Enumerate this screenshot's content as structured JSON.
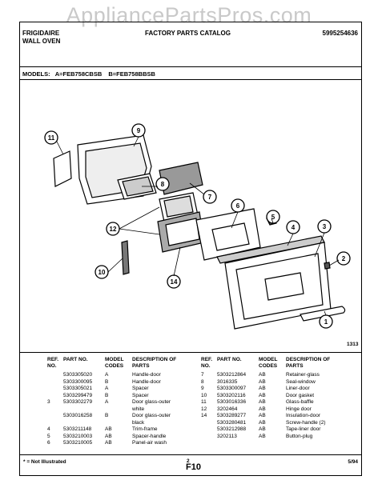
{
  "watermark": "AppliancePartsPros.com",
  "header": {
    "brand": "FRIGIDAIRE",
    "product": "WALL OVEN",
    "catalog": "FACTORY PARTS CATALOG",
    "catalog_number": "5995254636"
  },
  "models": {
    "label": "MODELS:",
    "model_a": "A=FEB758CBSB",
    "model_b": "B=FEB758BBSB"
  },
  "callouts": [
    "1",
    "2",
    "3",
    "4",
    "5",
    "6",
    "7",
    "8",
    "9",
    "10",
    "11",
    "12",
    "14"
  ],
  "diagram_code": "1313",
  "columns": {
    "ref_no": "REF. NO.",
    "part_no": "PART NO.",
    "model_codes": "MODEL CODES",
    "description": "DESCRIPTION OF PARTS"
  },
  "parts_left": [
    {
      "ref": "",
      "part": "5303305020",
      "codes": "A",
      "desc": "Handle-door"
    },
    {
      "ref": "",
      "part": "5303300095",
      "codes": "B",
      "desc": "Handle-door"
    },
    {
      "ref": "",
      "part": "5303305021",
      "codes": "A",
      "desc": "Spacer"
    },
    {
      "ref": "",
      "part": "5303299479",
      "codes": "B",
      "desc": "Spacer"
    },
    {
      "ref": "3",
      "part": "5303302279",
      "codes": "A",
      "desc": "Door glass-outer"
    },
    {
      "ref": "",
      "part": "",
      "codes": "",
      "desc": "white"
    },
    {
      "ref": "",
      "part": "5303016258",
      "codes": "B",
      "desc": "Door glass-outer"
    },
    {
      "ref": "",
      "part": "",
      "codes": "",
      "desc": "black"
    },
    {
      "ref": "4",
      "part": "5303211148",
      "codes": "AB",
      "desc": "Trim-frame"
    },
    {
      "ref": "5",
      "part": "5303210003",
      "codes": "AB",
      "desc": "Spacer-handle"
    },
    {
      "ref": "6",
      "part": "5303210005",
      "codes": "AB",
      "desc": "Panel-air wash"
    }
  ],
  "parts_right": [
    {
      "ref": "7",
      "part": "5303212864",
      "codes": "AB",
      "desc": "Retainer-glass"
    },
    {
      "ref": "8",
      "part": "3016335",
      "codes": "AB",
      "desc": "Seal-window"
    },
    {
      "ref": "9",
      "part": "5303300097",
      "codes": "AB",
      "desc": "Liner-door"
    },
    {
      "ref": "10",
      "part": "5303202116",
      "codes": "AB",
      "desc": "Door gasket"
    },
    {
      "ref": "11",
      "part": "5303016336",
      "codes": "AB",
      "desc": "Glass-baffle"
    },
    {
      "ref": "12",
      "part": "3202464",
      "codes": "AB",
      "desc": "Hinge door"
    },
    {
      "ref": "14",
      "part": "5303289277",
      "codes": "AB",
      "desc": "Insulation-door"
    },
    {
      "ref": "",
      "part": "",
      "codes": "",
      "desc": ""
    },
    {
      "ref": "",
      "part": "5303280481",
      "codes": "AB",
      "desc": "Screw-handle (2)"
    },
    {
      "ref": "",
      "part": "5303212988",
      "codes": "AB",
      "desc": "Tape-liner door"
    },
    {
      "ref": "",
      "part": "3202113",
      "codes": "AB",
      "desc": "Button-plug"
    }
  ],
  "footer": {
    "note": "* = Not Illustrated",
    "sheet_number": "2",
    "page_code": "F10",
    "date": "5/94"
  }
}
